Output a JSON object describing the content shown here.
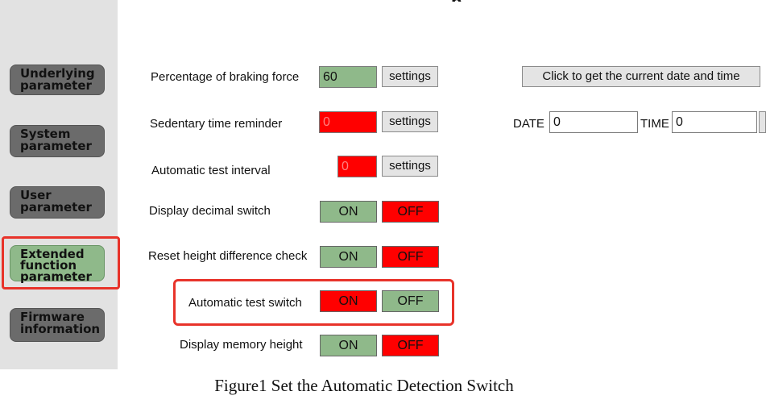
{
  "sidebar": {
    "items": [
      {
        "line1": "Underlying",
        "line2": "parameter"
      },
      {
        "line1": "System",
        "line2": "parameter"
      },
      {
        "line1": "User",
        "line2": "parameter"
      },
      {
        "line1": "Extended",
        "line2": "function",
        "line3": "parameter"
      },
      {
        "line1": "Firmware",
        "line2": "information"
      }
    ]
  },
  "settings": {
    "braking": {
      "label": "Percentage of braking force",
      "value": "60",
      "button": "settings"
    },
    "sedentary": {
      "label": "Sedentary time reminder",
      "value": "0",
      "button": "settings"
    },
    "interval": {
      "label": "Automatic test interval",
      "value": "0",
      "button": "settings"
    }
  },
  "switches": {
    "decimal": {
      "label": "Display decimal switch",
      "on": "ON",
      "off": "OFF"
    },
    "reset": {
      "label": "Reset height difference check",
      "on": "ON",
      "off": "OFF"
    },
    "auto_test": {
      "label": "Automatic test switch",
      "on": "ON",
      "off": "OFF"
    },
    "memory": {
      "label": "Display memory height",
      "on": "ON",
      "off": "OFF"
    }
  },
  "datetime": {
    "get_button": "Click to get the current date and time",
    "date_label": "DATE",
    "date_value": "0",
    "time_label": "TIME",
    "time_value": "0"
  },
  "caption": "Figure1 Set the Automatic Detection Switch",
  "colors": {
    "green": "#8fb98a",
    "red": "#ff0000",
    "highlight": "#e8332a",
    "sidebar_button": "#6b6b6b"
  }
}
